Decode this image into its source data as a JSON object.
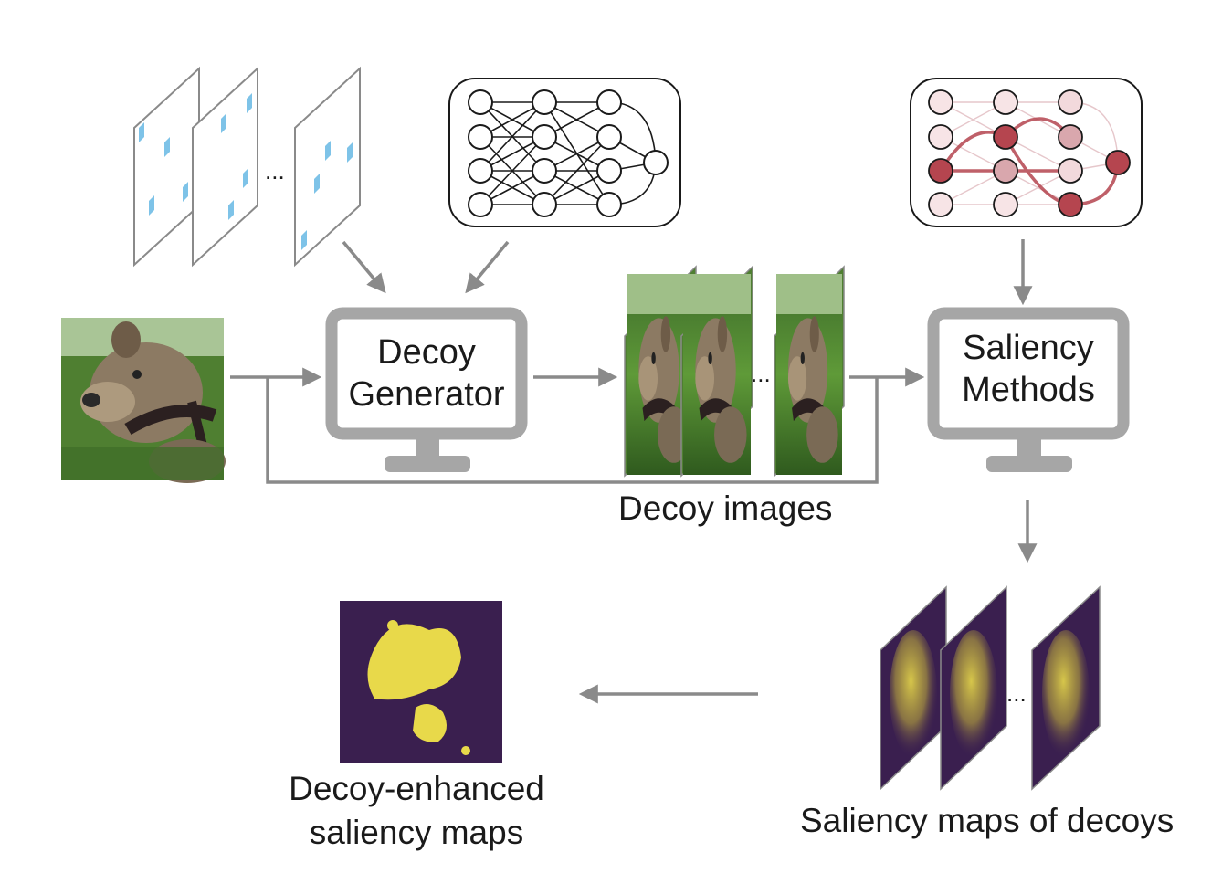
{
  "decoy_generator": {
    "line1": "Decoy",
    "line2": "Generator"
  },
  "saliency_methods": {
    "line1": "Saliency",
    "line2": "Methods"
  },
  "captions": {
    "decoy_images": "Decoy images",
    "saliency_maps_of_decoys": "Saliency maps of decoys",
    "enhanced_line1": "Decoy-enhanced",
    "enhanced_line2": "saliency maps"
  },
  "ellipsis": "...",
  "colors": {
    "arrow": "#8a8a8a",
    "monitor": "#a6a6a6",
    "mask_patch": "#7ec3e8",
    "saliency_bg": "#3a1f4f",
    "saliency_fg": "#e8d94a",
    "network_highlight": "#b5454f"
  },
  "icons": {
    "input_image": "dog-photo",
    "masks": "perturbation-mask-stack",
    "network": "neural-network-icon",
    "explained_network": "attributed-network-icon"
  }
}
